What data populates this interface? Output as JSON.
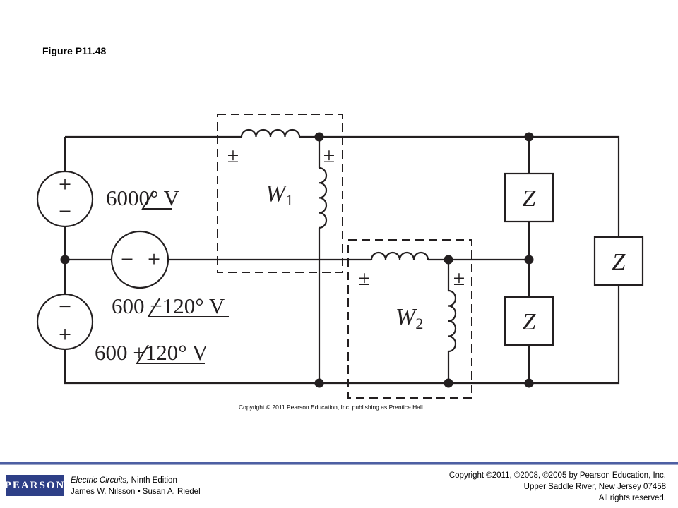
{
  "figure_title": "Figure P11.48",
  "sources": {
    "top": {
      "plus": "+",
      "minus": "−",
      "label_pre": "600",
      "label_angle": "0° V"
    },
    "middle": {
      "plus": "+",
      "minus": "−",
      "label_pre": "600 ",
      "label_angle": "−120° V"
    },
    "bottom": {
      "plus": "+",
      "minus": "−",
      "label_pre": "600 ",
      "label_angle": "+120° V"
    }
  },
  "wattmeters": {
    "w1": {
      "letter": "W",
      "sub": "1",
      "plus": "±"
    },
    "w2": {
      "letter": "W",
      "sub": "2",
      "plus": "±"
    }
  },
  "impedances": [
    "Z",
    "Z",
    "Z"
  ],
  "image_copyright": "Copyright © 2011 Pearson Education, Inc. publishing as Prentice Hall",
  "footer": {
    "logo_text": "PEARSON",
    "book_title": "Electric Circuits,",
    "book_edition": " Ninth Edition",
    "authors": "James W. Nilsson • Susan A. Riedel",
    "copyright_line1": "Copyright ©2011, ©2008, ©2005 by Pearson Education, Inc.",
    "copyright_line2": "Upper Saddle River, New Jersey 07458",
    "copyright_line3": "All rights reserved."
  }
}
